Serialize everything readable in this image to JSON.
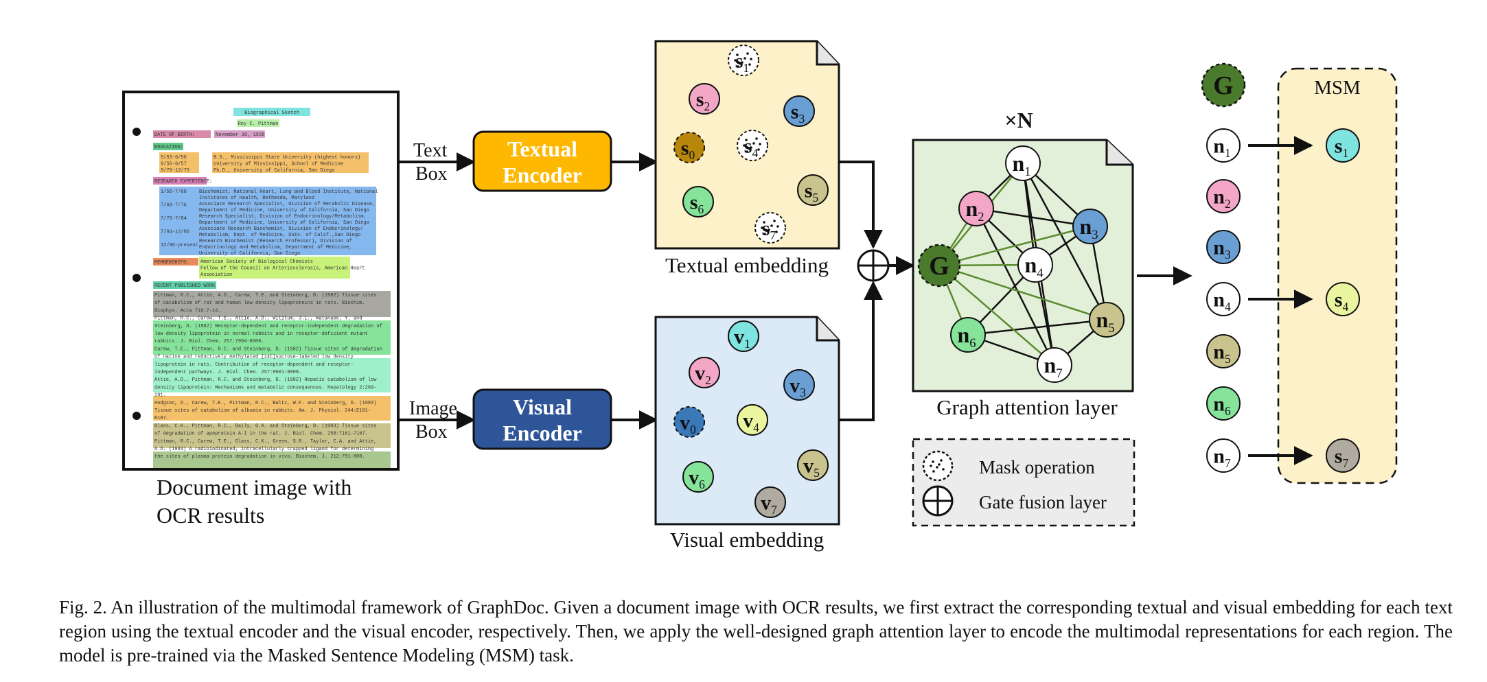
{
  "document": {
    "caption": "Document image with",
    "caption_line2": "OCR results",
    "header_title": "Biographical Sketch",
    "header_name": "Roy C. Pittman",
    "dob_label": "DATE OF BIRTH:",
    "dob_value": "November 30, 1935",
    "education_label": "EDUCATION:",
    "education_years": [
      "9/53-6/56",
      "9/56-6/57",
      "9/70-12/75"
    ],
    "education_lines": [
      "B.S., Mississippi State University (highest honors)",
      "University of Mississippi, School of Medicine",
      "Ph.D., University of California, San Diego"
    ],
    "research_label": "RESEARCH EXPERIENCE:",
    "research_years": [
      "1/56-7/68",
      "7/68-7/76",
      "7/76-7/84",
      "7/84-12/86",
      "12/86-present"
    ],
    "research_lines": [
      "Biochemist, National Heart, Lung and Blood Institute, National",
      "Institutes of Health, Bethesda, Maryland",
      "Associate Research Specialist, Division of Metabolic Disease,",
      "Department of Medicine, University of California, San Diego",
      "Research Specialist, Division of Endocrinology/Metabolism,",
      "Department of Medicine, University of California, San Diego",
      "Associate Research Biochemist, Division of Endocrinology/",
      "Metabolism, Dept. of Medicine, Univ. of Calif.,San Diego",
      "Research Biochemist (Research Professor), Division of",
      "Endocrinology and Metabolism, Department of Medicine,",
      "University of California, San Diego"
    ],
    "memberships_label": "MEMBERSHIPS:",
    "memberships_lines": [
      "American Society of Biological Chemists",
      "Fellow of the Council on Arteriosclerosis, American Heart",
      "Association"
    ],
    "works_label": "RECENT PUBLISHED WORK",
    "works_lines": [
      "Pittman, R.C., Attie, A.D., Carew, T.E. and Steinberg, D. (1982) Tissue sites",
      "of catabolism of rat and human low density lipoproteins in rats. Biochim.",
      "Biophys. Acta 710:7-14.",
      "Pittman, R.C., Carew, T.E., Attie, A.D., Witztum, J.L., Watanabe, Y. and",
      "Steinberg, D. (1982) Receptor-dependent and receptor-independent degradation of",
      "low density lipoprotein in normal rabbits and in receptor-deficient mutant",
      "rabbits. J. Biol. Chem. 257:7994-8000.",
      "Carew, T.E., Pittman, R.C. and Steinberg, D. (1982) Tissue sites of degradation",
      "of native and reductively methylated [14C]sucrose-labeled low density",
      "lipoprotein in rats. Contribution of receptor-dependent and receptor-",
      "independent pathways. J. Biol. Chem. 257:8001-8008.",
      "Attie, A.D., Pittman, R.C. and Steinberg, D. (1982) Hepatic catabolism of low",
      "density lipoprotein: Mechanisms and metabolic consequences. Hepatology 2:269-",
      "281.",
      "Hodgson, D., Carew, T.E., Pittman, R.C., Baltz, W.F. and Steinberg, D. (1983)",
      "Tissue sites of catabolism of albumin in rabbits. Am. J. Physiol. 244:E101-",
      "E107.",
      "Glass, C.K., Pittman, R.C., Baily, G.A. and Steinberg, D. (1983) Tissue sites",
      "of degradation of apoprotein A-I in the rat. J. Biol. Chem. 258:7161-7167.",
      "Pittman, R.C., Carew, T.E., Glass, C.K., Green, S.R., Taylor, C.A. and Attie,",
      "A.D. (1983) A radioiodinated, intracellularly trapped ligand for determining",
      "the sites of plasma protein degradation in vivo. Biochem. J. 212:791-800."
    ]
  },
  "inputs": {
    "text_box": [
      "Text",
      "Box"
    ],
    "image_box": [
      "Image",
      "Box"
    ]
  },
  "encoders": {
    "textual": [
      "Textual",
      "Encoder"
    ],
    "visual": [
      "Visual",
      "Encoder"
    ]
  },
  "embeddings": {
    "textual_caption": "Textual embedding",
    "visual_caption": "Visual embedding",
    "textual_nodes": [
      {
        "base": "s",
        "sub": "0",
        "color": "#b8860b",
        "dashed": true
      },
      {
        "base": "s",
        "sub": "1",
        "color": "#ffffff",
        "masked": true
      },
      {
        "base": "s",
        "sub": "2",
        "color": "#f4a6c6"
      },
      {
        "base": "s",
        "sub": "3",
        "color": "#6a9fd4"
      },
      {
        "base": "s",
        "sub": "4",
        "color": "#ffffff",
        "masked": true
      },
      {
        "base": "s",
        "sub": "5",
        "color": "#c9c48e"
      },
      {
        "base": "s",
        "sub": "6",
        "color": "#86e39a"
      },
      {
        "base": "s",
        "sub": "7",
        "color": "#ffffff",
        "masked": true
      }
    ],
    "visual_nodes": [
      {
        "base": "v",
        "sub": "0",
        "color": "#3a78b8",
        "dashed": true
      },
      {
        "base": "v",
        "sub": "1",
        "color": "#7fe3e0"
      },
      {
        "base": "v",
        "sub": "2",
        "color": "#f4a6c6"
      },
      {
        "base": "v",
        "sub": "3",
        "color": "#6a9fd4"
      },
      {
        "base": "v",
        "sub": "4",
        "color": "#eaf5a0"
      },
      {
        "base": "v",
        "sub": "5",
        "color": "#c9c48e"
      },
      {
        "base": "v",
        "sub": "6",
        "color": "#86e39a"
      },
      {
        "base": "v",
        "sub": "7",
        "color": "#b0aba0"
      }
    ]
  },
  "graph": {
    "repeat_label": "×N",
    "caption": "Graph attention layer",
    "global_label": "G",
    "global_color": "#4a7a2c",
    "nodes": [
      {
        "base": "n",
        "sub": "1",
        "color": "#ffffff"
      },
      {
        "base": "n",
        "sub": "2",
        "color": "#f4a6c6"
      },
      {
        "base": "n",
        "sub": "3",
        "color": "#6a9fd4"
      },
      {
        "base": "n",
        "sub": "4",
        "color": "#ffffff"
      },
      {
        "base": "n",
        "sub": "5",
        "color": "#c9c48e"
      },
      {
        "base": "n",
        "sub": "6",
        "color": "#86e39a"
      },
      {
        "base": "n",
        "sub": "7",
        "color": "#ffffff"
      }
    ]
  },
  "legend": {
    "mask": "Mask operation",
    "gate": "Gate fusion layer"
  },
  "output": {
    "global_label": "G",
    "msm_label": "MSM",
    "nodes": [
      {
        "base": "n",
        "sub": "1",
        "color": "#ffffff"
      },
      {
        "base": "n",
        "sub": "2",
        "color": "#f4a6c6"
      },
      {
        "base": "n",
        "sub": "3",
        "color": "#6a9fd4"
      },
      {
        "base": "n",
        "sub": "4",
        "color": "#ffffff"
      },
      {
        "base": "n",
        "sub": "5",
        "color": "#c9c48e"
      },
      {
        "base": "n",
        "sub": "6",
        "color": "#86e39a"
      },
      {
        "base": "n",
        "sub": "7",
        "color": "#ffffff"
      }
    ],
    "predictions": [
      {
        "base": "s",
        "sub": "1",
        "color": "#7fe3e0"
      },
      {
        "base": "s",
        "sub": "4",
        "color": "#eaf5a0"
      },
      {
        "base": "s",
        "sub": "7",
        "color": "#b0aba0"
      }
    ]
  },
  "figure_caption": "Fig. 2.  An illustration of the multimodal framework of GraphDoc. Given a document image with OCR results, we first extract the corresponding textual and visual embedding for each text region using the textual encoder and the visual encoder, respectively. Then, we apply the well-designed graph attention layer to encode the multimodal representations for each region. The model is pre-trained via the Masked Sentence Modeling (MSM) task.",
  "colors": {
    "textual_encoder": "#ffb800",
    "visual_encoder": "#2e5597",
    "textual_panel": "#fdf1c9",
    "visual_panel": "#dce9f7",
    "graph_panel": "#e2efd9",
    "msm_panel": "#fdf1c9",
    "legend_panel": "#ececec",
    "graph_edge_global": "#5b8a2e"
  }
}
